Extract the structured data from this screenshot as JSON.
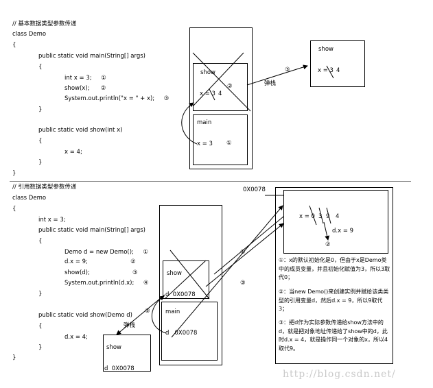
{
  "section1": {
    "lines": [
      "// 基本数据类型参数传递",
      "class Demo",
      "{",
      "public static void main(String[] args)",
      "{",
      "int x = 3;     ①",
      "show(x);      ②",
      "System.out.println(\"x = \" + x);     ③",
      "}",
      "public static void show(int x)",
      "{",
      "x = 4;",
      "}",
      "}"
    ],
    "diagram": {
      "show_frame": "show",
      "show_frame_var": "x = 3",
      "show_frame_new": "4",
      "show_frame_step": "②",
      "main_frame": "main",
      "main_frame_var": "x = 3",
      "main_frame_step": "①",
      "popped_frame": "show",
      "popped_frame_var": "x = 3",
      "popped_frame_new": "4",
      "pop_label": "弹栈",
      "pop_step": "③"
    }
  },
  "section2": {
    "lines": [
      "// 引用数据类型参数传递",
      "class Demo",
      "{",
      "int x = 3;",
      "public static void main(String[] args)",
      "{",
      "Demo d = new Demo();     ①",
      "d.x = 9;                       ②",
      "show(d);                       ③",
      "System.out.println(d.x);     ④",
      "}",
      "public static void show(Demo d)",
      "{",
      "d.x = 4;",
      "}",
      "}"
    ],
    "diagram": {
      "address": "0X0078",
      "heap_values": [
        "x = 0",
        "3",
        "9",
        "4"
      ],
      "heap_assign": "d.x = 9",
      "heap_step": "②",
      "show_frame": "show",
      "show_frame_var": "d  0X0078",
      "main_frame": "main",
      "main_frame_var": "d   0X0078",
      "popped_frame": "show",
      "popped_frame_var": "d  0X0078",
      "pop_label": "弹栈",
      "step1": "①",
      "step3a": "③",
      "step3b": "③"
    },
    "notes": [
      "①：x的默认初始化是0，但由于x是Demo类中的成员变量，并且初始化赋值为3，所以3取代0；",
      "②：当new Demo()来创建实例并赋给该类类型的引用变量d，然后d.x = 9，所以9取代3；",
      "③：把d作为实际参数传递给show方法中的d，就是把对象地址传递给了show中的d，此时d.x = 4，就是操作同一个对象的x，所以4取代9。"
    ]
  },
  "watermark": "http://blog.csdn.net/"
}
